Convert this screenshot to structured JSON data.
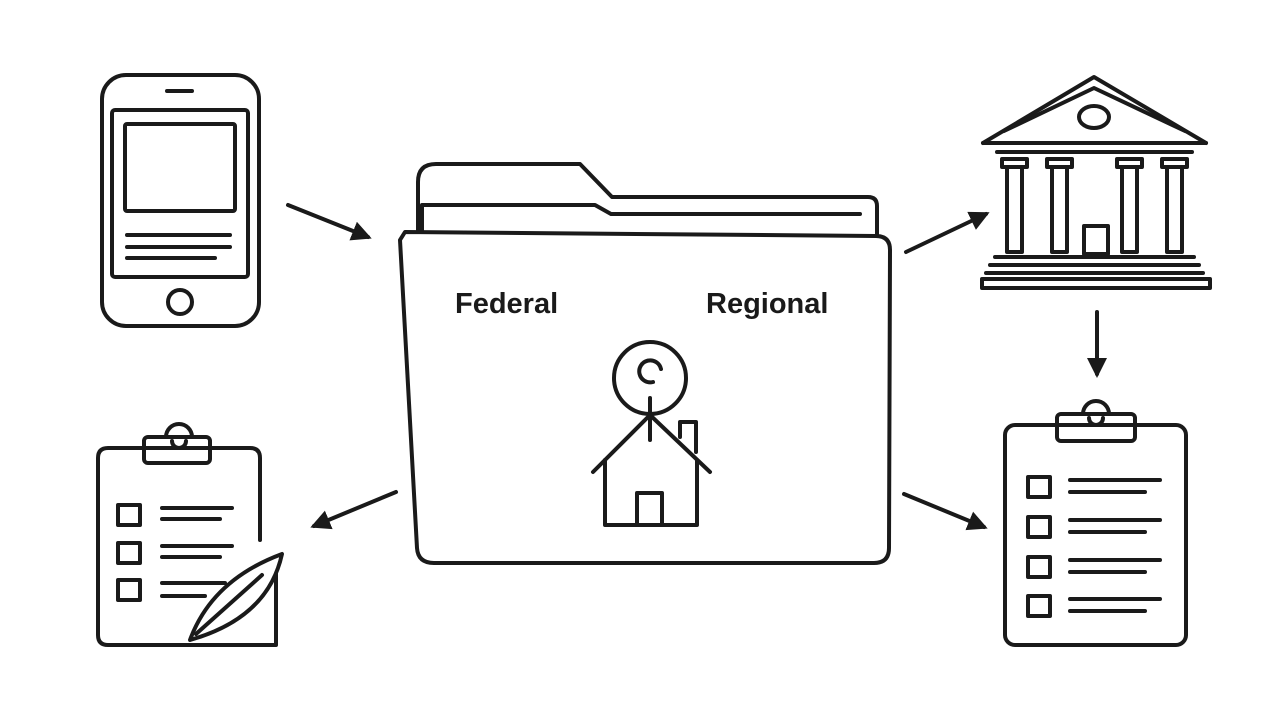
{
  "folder": {
    "label_left": "Federal",
    "label_right": "Regional",
    "emblem_icon": "house-key-icon"
  },
  "nodes": [
    {
      "id": "phone",
      "icon": "smartphone-icon"
    },
    {
      "id": "government",
      "icon": "government-building-icon"
    },
    {
      "id": "checklist-output",
      "icon": "checklist-clipboard-icon"
    },
    {
      "id": "signed-form",
      "icon": "signed-clipboard-icon"
    }
  ],
  "colors": {
    "stroke": "#1a1a1a",
    "background": "#ffffff"
  }
}
